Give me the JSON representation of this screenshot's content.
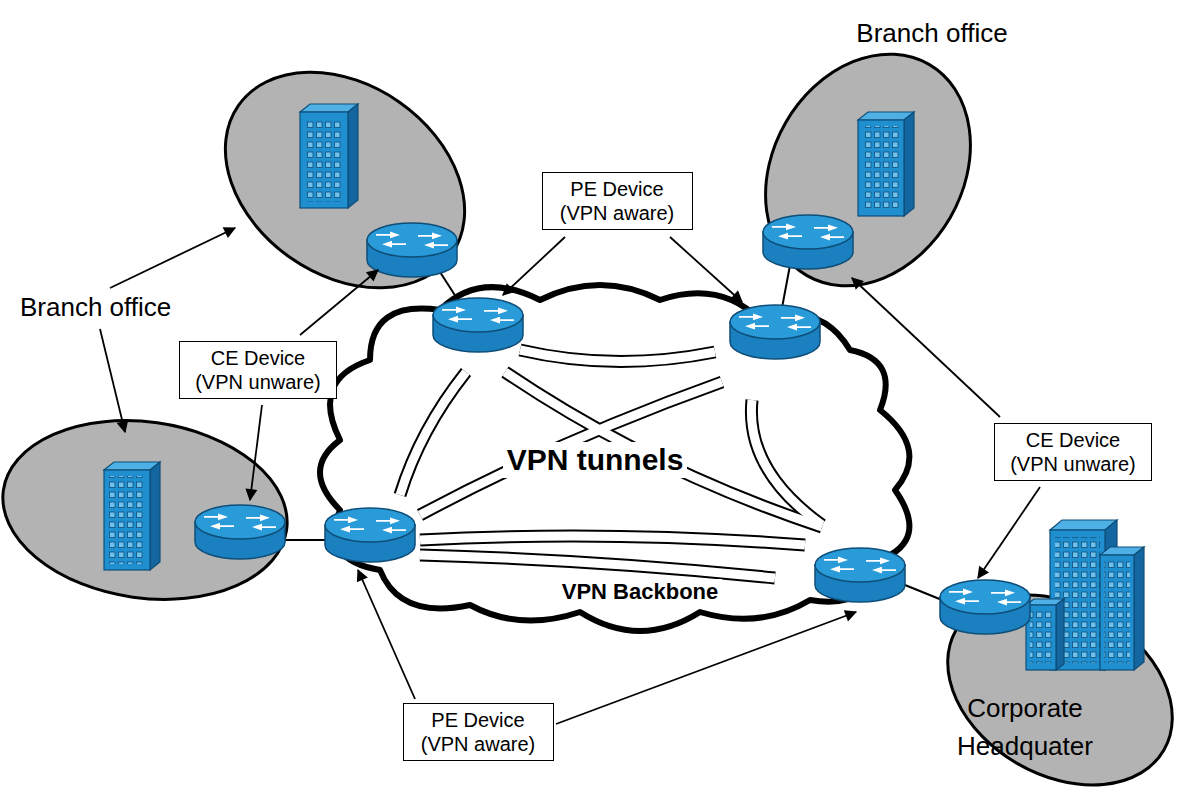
{
  "diagram": {
    "nodes": [
      {
        "text": [
          "Branch office"
        ]
      },
      {
        "text": [
          "PE Device (VPN aware)"
        ]
      },
      {
        "text": [
          "CE Device (VPN unware)"
        ]
      },
      {
        "text": [
          "VPN tunnels",
          "VPN Backbone"
        ]
      },
      {
        "text": [
          "CE Device (VPN unware)"
        ]
      },
      {
        "text": [
          "PE Device (VPN aware)"
        ]
      },
      {
        "text": [
          "Corporate Headquater"
        ]
      }
    ],
    "labels": [
      "Branch office"
    ]
  }
}
